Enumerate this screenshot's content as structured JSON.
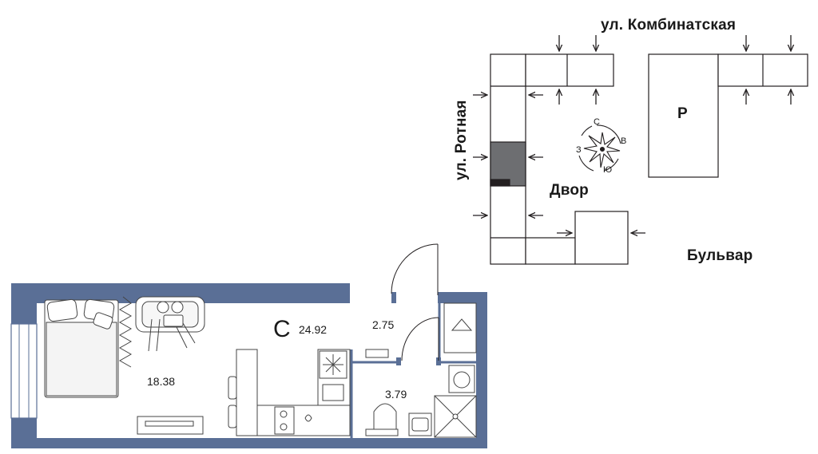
{
  "site_plan": {
    "streets": {
      "top": "ул. Комбинатская",
      "left": "ул. Ротная"
    },
    "courtyard": "Двор",
    "boulevard": "Бульвар",
    "parking": "Р",
    "compass": {
      "north": "С",
      "east": "В",
      "south": "Ю",
      "west": "З"
    },
    "colors": {
      "highlight": "#6d6e71",
      "stroke": "#231f20"
    }
  },
  "apartment": {
    "type_letter": "С",
    "total_area": "24.92",
    "rooms": [
      {
        "name": "living-room",
        "area": "18.38"
      },
      {
        "name": "hallway",
        "area": "2.75"
      },
      {
        "name": "bathroom",
        "area": "3.79"
      }
    ],
    "colors": {
      "wall": "#5a6f96",
      "wall_light": "#c9cfdc"
    }
  }
}
